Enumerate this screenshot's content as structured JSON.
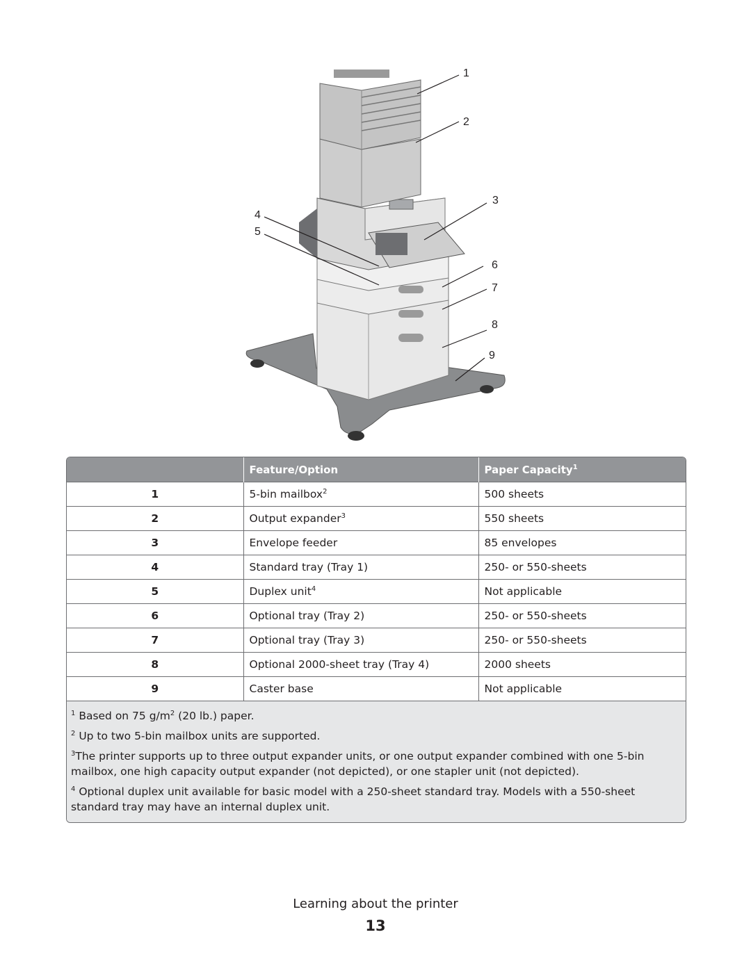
{
  "figure": {
    "callouts": [
      "1",
      "2",
      "3",
      "4",
      "5",
      "6",
      "7",
      "8",
      "9"
    ]
  },
  "table": {
    "headers": [
      "",
      "Feature/Option",
      "Paper Capacity"
    ],
    "header_sup": "1",
    "rows": [
      {
        "num": "1",
        "feature": "5-bin mailbox",
        "sup": "2",
        "capacity": "500 sheets"
      },
      {
        "num": "2",
        "feature": "Output expander",
        "sup": "3",
        "capacity": "550 sheets"
      },
      {
        "num": "3",
        "feature": "Envelope feeder",
        "sup": "",
        "capacity": "85 envelopes"
      },
      {
        "num": "4",
        "feature": "Standard tray (Tray 1)",
        "sup": "",
        "capacity": "250- or 550-sheets"
      },
      {
        "num": "5",
        "feature": "Duplex unit",
        "sup": "4",
        "capacity": "Not applicable"
      },
      {
        "num": "6",
        "feature": "Optional tray (Tray 2)",
        "sup": "",
        "capacity": "250- or 550-sheets"
      },
      {
        "num": "7",
        "feature": "Optional tray (Tray 3)",
        "sup": "",
        "capacity": "250- or 550-sheets"
      },
      {
        "num": "8",
        "feature": "Optional 2000-sheet tray (Tray 4)",
        "sup": "",
        "capacity": "2000 sheets"
      },
      {
        "num": "9",
        "feature": "Caster base",
        "sup": "",
        "capacity": "Not applicable"
      }
    ]
  },
  "footnotes": {
    "fn1": {
      "mark": "1",
      "pre": "Based on 75 g/m",
      "sup": "2",
      "post": " (20 lb.) paper."
    },
    "fn2": {
      "mark": "2",
      "text": "Up to two 5-bin mailbox units are supported."
    },
    "fn3": {
      "mark": "3",
      "text": "The printer supports up to three output expander units, or one output expander combined with one 5-bin mailbox, one high capacity output expander (not depicted), or one stapler unit (not depicted)."
    },
    "fn4": {
      "mark": "4",
      "text": "Optional duplex unit available for basic model with a 250-sheet standard tray. Models with a 550-sheet standard tray may have an internal duplex unit."
    }
  },
  "footer": {
    "section": "Learning about the printer",
    "page": "13"
  }
}
